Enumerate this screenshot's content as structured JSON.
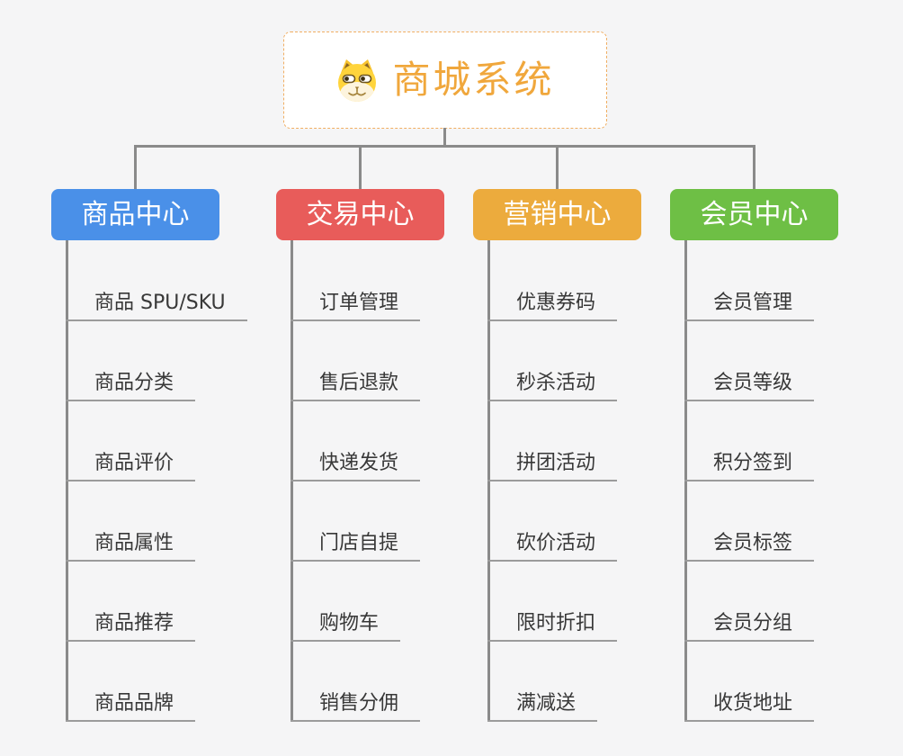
{
  "root": {
    "title": "商城系统",
    "icon": "dog-icon",
    "title_color": "#f0a73c",
    "border_color": "#f0ae62"
  },
  "connector_color": "#8a8a8a",
  "branches": [
    {
      "label": "商品中心",
      "color": "#4a90e8",
      "items": [
        "商品 SPU/SKU",
        "商品分类",
        "商品评价",
        "商品属性",
        "商品推荐",
        "商品品牌"
      ]
    },
    {
      "label": "交易中心",
      "color": "#e85c5a",
      "items": [
        "订单管理",
        "售后退款",
        "快递发货",
        "门店自提",
        "购物车",
        "销售分佣"
      ]
    },
    {
      "label": "营销中心",
      "color": "#ecab3d",
      "items": [
        "优惠券码",
        "秒杀活动",
        "拼团活动",
        "砍价活动",
        "限时折扣",
        "满减送"
      ]
    },
    {
      "label": "会员中心",
      "color": "#6ebf45",
      "items": [
        "会员管理",
        "会员等级",
        "积分签到",
        "会员标签",
        "会员分组",
        "收货地址"
      ]
    }
  ]
}
